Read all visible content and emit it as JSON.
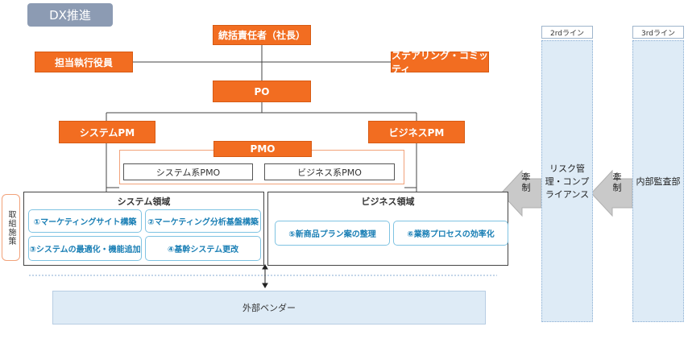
{
  "header": {
    "tag": "DX推進"
  },
  "org": {
    "ceo": "統括責任者（社長）",
    "executive": "担当執行役員",
    "steering": "ステアリング・コミッティ",
    "po": "PO",
    "system_pm": "システムPM",
    "business_pm": "ビジネスPM",
    "pmo": "PMO",
    "system_pmo": "システム系PMO",
    "business_pmo": "ビジネス系PMO"
  },
  "initiatives": {
    "side_label": "取組施策",
    "system_domain": {
      "title": "システム領域",
      "items": [
        "①マーケティングサイト構築",
        "②マーケティング分析基盤構築",
        "③システムの最適化・機能追加",
        "④基幹システム更改"
      ]
    },
    "business_domain": {
      "title": "ビジネス領域",
      "items": [
        "⑤新商品プラン案の整理",
        "⑥業務プロセスの効率化"
      ]
    }
  },
  "vendor": {
    "label": "外部ベンダー"
  },
  "lines": {
    "second": {
      "header": "2rdライン",
      "body": "リスク管理・コンプライアンス",
      "arrow": "牽制"
    },
    "third": {
      "header": "3rdライン",
      "body": "内部監査部",
      "arrow": "牽制"
    }
  },
  "colors": {
    "orange": "#f26d21",
    "light_blue": "#deebf6",
    "tag_gray": "#8c9bb3",
    "item_text": "#1a7fb5"
  }
}
